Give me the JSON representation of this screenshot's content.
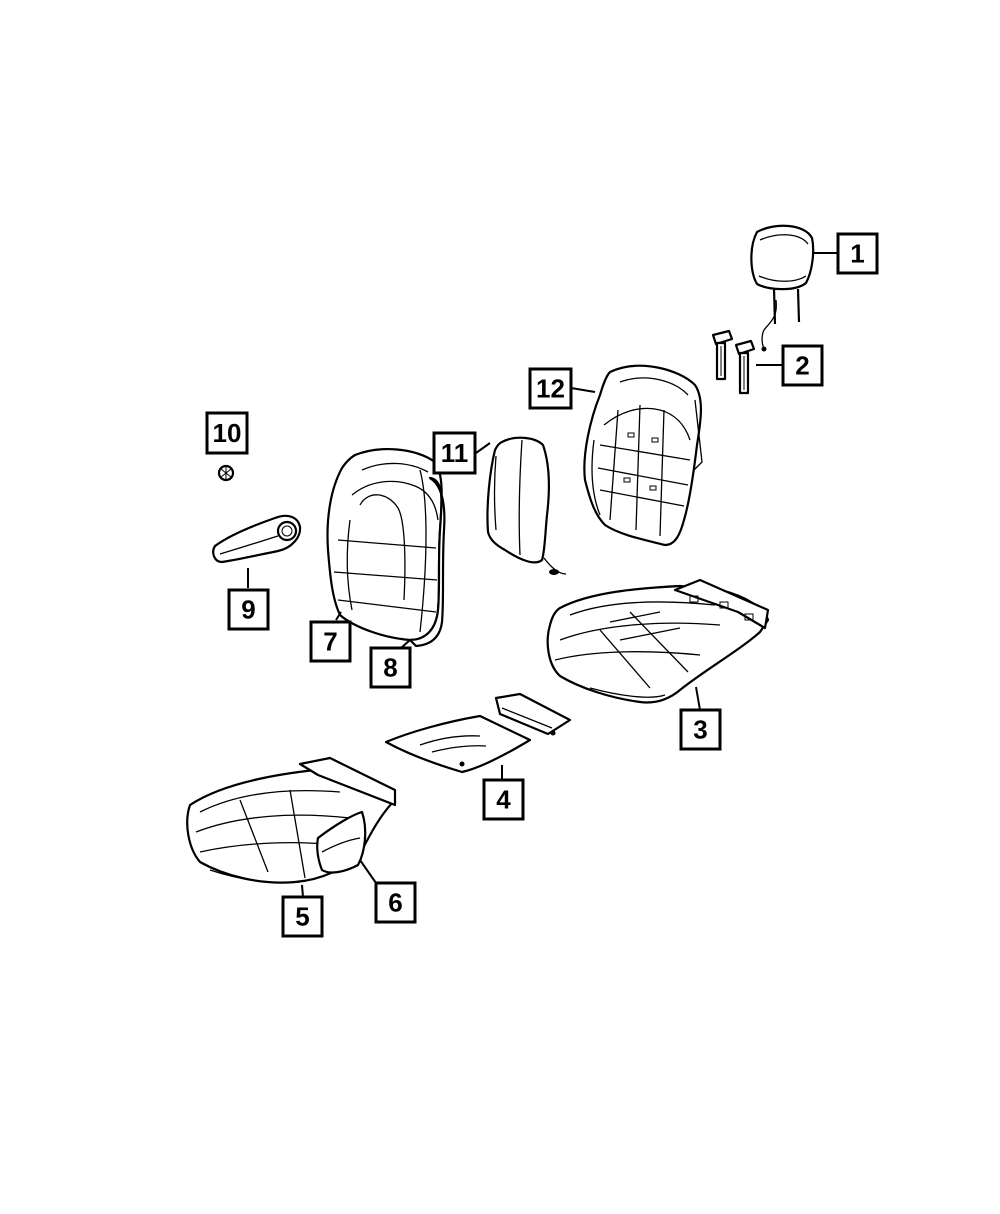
{
  "callouts": [
    {
      "id": "1",
      "label": "1",
      "part": "headrest"
    },
    {
      "id": "2",
      "label": "2",
      "part": "headrest-guide-sleeves"
    },
    {
      "id": "3",
      "label": "3",
      "part": "seat-cushion-frame-assembly"
    },
    {
      "id": "4",
      "label": "4",
      "part": "seat-heater-pad"
    },
    {
      "id": "5",
      "label": "5",
      "part": "seat-cushion-foam"
    },
    {
      "id": "6",
      "label": "6",
      "part": "seat-cushion-cover"
    },
    {
      "id": "7",
      "label": "7",
      "part": "seatback-cover"
    },
    {
      "id": "8",
      "label": "8",
      "part": "seatback-foam"
    },
    {
      "id": "9",
      "label": "9",
      "part": "armrest"
    },
    {
      "id": "10",
      "label": "10",
      "part": "armrest-cap"
    },
    {
      "id": "11",
      "label": "11",
      "part": "seatback-heater-pad"
    },
    {
      "id": "12",
      "label": "12",
      "part": "seatback-frame"
    }
  ],
  "colors": {
    "line": "#000000",
    "background": "#ffffff"
  }
}
